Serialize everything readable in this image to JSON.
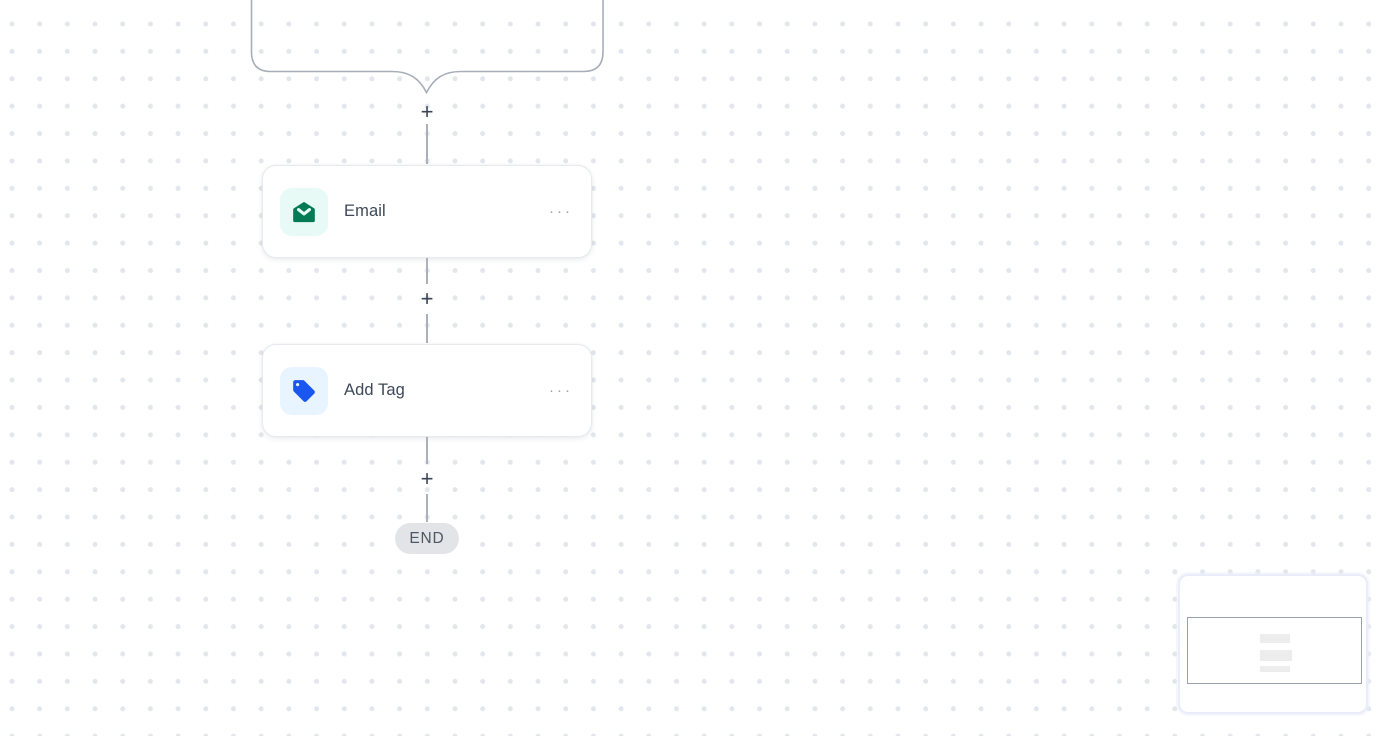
{
  "flow": {
    "plus_label": "+",
    "end_label": "END",
    "nodes": [
      {
        "id": "email",
        "label": "Email",
        "icon": "email-icon",
        "menu_label": "···"
      },
      {
        "id": "add-tag",
        "label": "Add Tag",
        "icon": "tag-icon",
        "menu_label": "···"
      }
    ]
  },
  "minimap": {
    "node_bars": 3
  },
  "colors": {
    "canvas_dot": "#e3e7ec",
    "connector_line": "#abb1bb",
    "plus_symbol": "#3b4657",
    "node_border": "#e7eaef",
    "top_node_outline": "#a8aeb9",
    "email_icon": "#047a55",
    "email_icon_bg": "#e7faf6",
    "tag_icon": "#1a56f0",
    "tag_icon_bg": "#e8f4ff",
    "end_badge_bg": "#e3e4e7",
    "end_badge_text": "#4c5866",
    "minimap_border": "#e8edf9",
    "minimap_viewport_border": "#99a2b2"
  }
}
